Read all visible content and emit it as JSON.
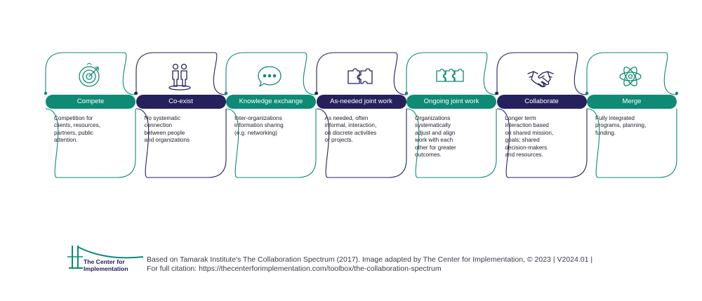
{
  "colors": {
    "teal": "#0e8a75",
    "navy": "#24215c",
    "text": "#1c1c2e"
  },
  "steps": [
    {
      "label": "Compete",
      "icon": "target-icon",
      "tone": "teal",
      "lines": [
        "Competition for",
        "clients, resources,",
        "partners, public",
        "attention."
      ]
    },
    {
      "label": "Co-exist",
      "icon": "two-people-icon",
      "tone": "navy",
      "lines": [
        "No systematic",
        "connection",
        "between people",
        "and organizations"
      ]
    },
    {
      "label": "Knowledge exchange",
      "icon": "speech-bubble-icon",
      "tone": "teal",
      "lines": [
        "Inter-organizations",
        "information sharing",
        "(e.g. networking)"
      ]
    },
    {
      "label": "As-needed joint work",
      "icon": "two-puzzle-pieces-icon",
      "tone": "navy",
      "lines": [
        "As needed, often",
        "informal, interaction,",
        "on discrete activities",
        "or projects."
      ]
    },
    {
      "label": "Ongoing joint work",
      "icon": "three-puzzle-pieces-icon",
      "tone": "teal",
      "lines": [
        "Organizations",
        "systematically",
        "adjust and align",
        "work with each",
        "other for greater",
        "outcomes."
      ]
    },
    {
      "label": "Collaborate",
      "icon": "handshake-icon",
      "tone": "navy",
      "lines": [
        "Longer term",
        "interaction based",
        "on shared mission,",
        "goals; shared",
        "decision-makers",
        "and resources."
      ]
    },
    {
      "label": "Merge",
      "icon": "atom-icon",
      "tone": "teal",
      "lines": [
        "Fully integrated",
        "programs, planning,",
        "funding."
      ]
    }
  ],
  "footer": {
    "logo_line1": "The Center for",
    "logo_line2": "Implementation",
    "citation_line1": "Based on Tamarak Institute's The Collaboration Spectrum (2017). Image adapted by The Center for Implementation, © 2023 | V2024.01 |",
    "citation_line2": "For full citation: https://thecenterforimplementation.com/toolbox/the-collaboration-spectrum"
  }
}
